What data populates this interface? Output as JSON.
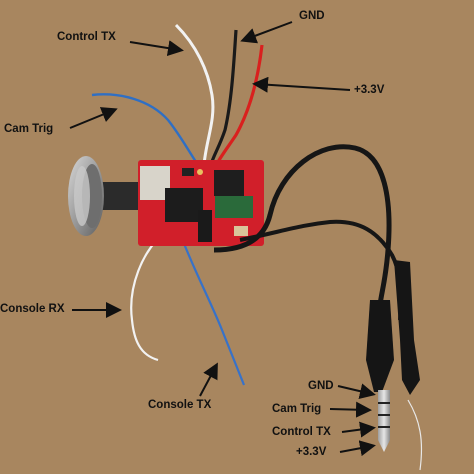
{
  "labels": {
    "control_tx_top": "Control TX",
    "gnd_top": "GND",
    "v33_top": "+3.3V",
    "cam_trig_left": "Cam Trig",
    "console_rx": "Console RX",
    "console_tx": "Console TX",
    "gnd_bottom": "GND",
    "cam_trig_bottom": "Cam Trig",
    "control_tx_bottom": "Control TX",
    "v33_bottom": "+3.3V"
  },
  "colors": {
    "background": "#a8865f",
    "pcb": "#d11f2a",
    "arrow": "#111111",
    "wire_white": "#f2f2f2",
    "wire_black": "#1a1a1a",
    "wire_red": "#d9201e",
    "wire_blue": "#2f6fc4"
  }
}
